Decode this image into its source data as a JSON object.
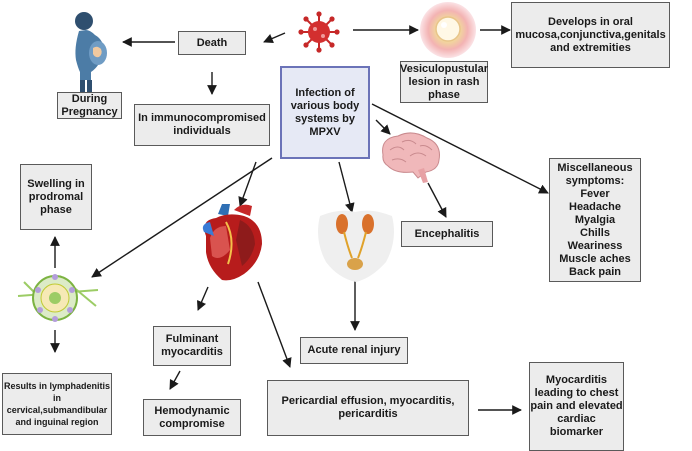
{
  "nodes": {
    "center": "Infection of various body systems by MPXV",
    "death": "Death",
    "during_pregnancy": "During Pregnancy",
    "immunocompromised": "In immunocompromised individuals",
    "vesiculopustular": "Vesiculopustular lesion in rash phase",
    "develops_in": "Develops in oral mucosa,conjunctiva,genitals and extremities",
    "swelling": "Swelling in prodromal phase",
    "encephalitis": "Encephalitis",
    "misc_symptoms": "Miscellaneous symptoms:\nFever\nHeadache\nMyalgia\nChills\nWeariness\nMuscle aches\nBack pain",
    "fulminant": "Fulminant myocarditis",
    "acute_renal": "Acute renal injury",
    "lymphadenitis": "Results in lymphadenitis in cervical,submandibular and inguinal region",
    "hemodynamic": "Hemodynamic compromise",
    "pericardial": "Pericardial effusion, myocarditis, pericarditis",
    "myocarditis_chest": "Myocarditis leading to chest pain and elevated cardiac biomarker"
  },
  "icons": [
    "virus-icon",
    "pregnant-woman-icon",
    "skin-lesion-icon",
    "brain-icon",
    "heart-icon",
    "kidney-urinary-icon",
    "lymph-node-icon"
  ],
  "colors": {
    "box_fill": "#ececec",
    "center_fill": "#e6e9f5",
    "center_border": "#6b73b8",
    "virus": "#c62828",
    "arrow": "#1a1a1a"
  }
}
